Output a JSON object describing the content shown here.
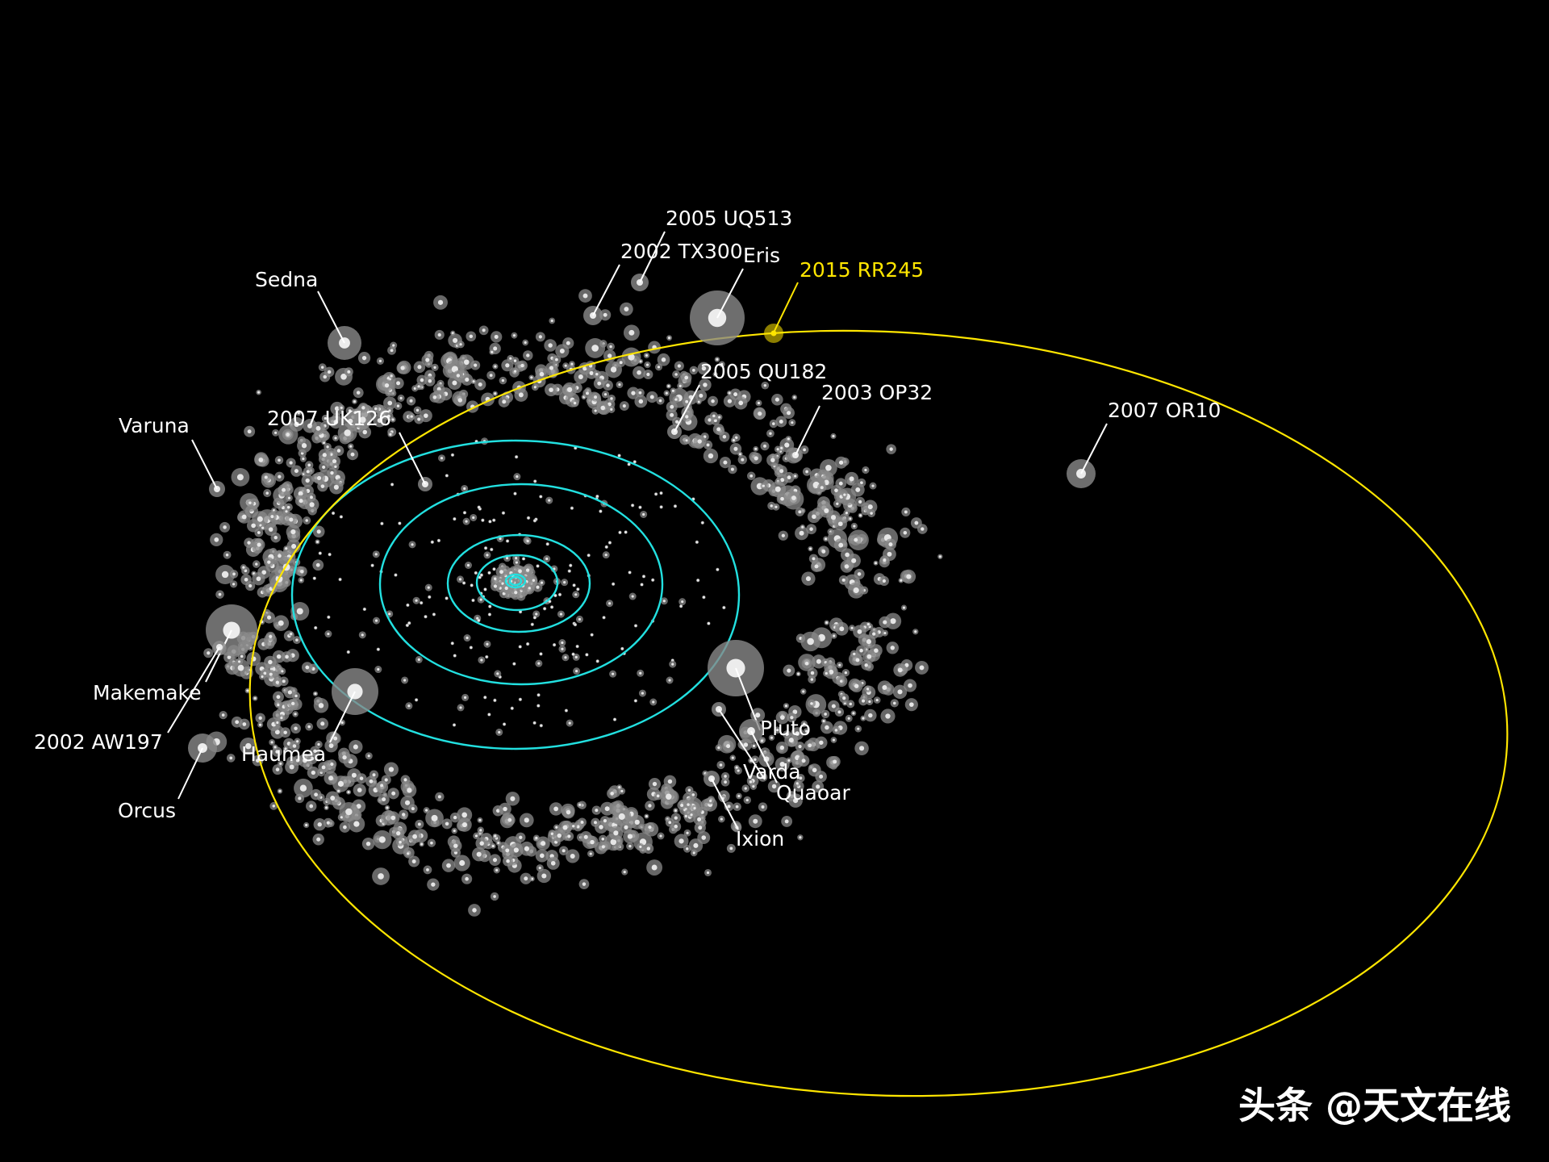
{
  "colors": {
    "background": "#000000",
    "highlight_orbit": "#ffe600",
    "planet_orbits": "#22e0e0",
    "bodies": "#bfbfbf",
    "labels": "#ffffff"
  },
  "highlight": {
    "name": "2015 RR245"
  },
  "bodies": [
    {
      "name": "Sedna"
    },
    {
      "name": "Eris"
    },
    {
      "name": "2005 UQ513"
    },
    {
      "name": "2002 TX300"
    },
    {
      "name": "2005 QU182"
    },
    {
      "name": "2003 OP32"
    },
    {
      "name": "2007 OR10"
    },
    {
      "name": "Varuna"
    },
    {
      "name": "2007 UK126"
    },
    {
      "name": "Makemake"
    },
    {
      "name": "2002 AW197"
    },
    {
      "name": "Orcus"
    },
    {
      "name": "Haumea"
    },
    {
      "name": "Pluto"
    },
    {
      "name": "Varda"
    },
    {
      "name": "Quaoar"
    },
    {
      "name": "Ixion"
    }
  ],
  "watermark": "头条 @天文在线"
}
